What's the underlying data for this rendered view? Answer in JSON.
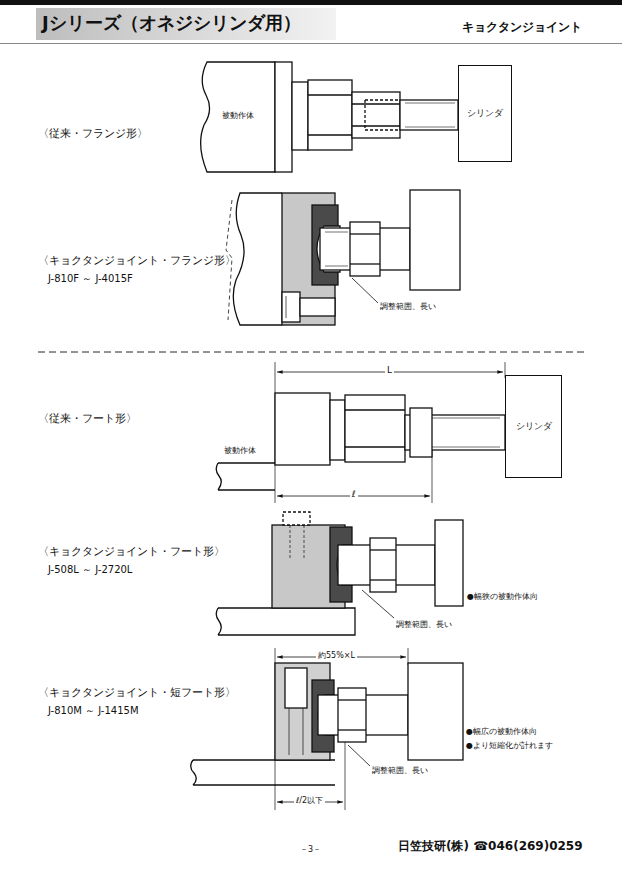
{
  "diagram": {
    "title": "Jシリーズ（オネジシリンダ用）",
    "nodes": [
      {
        "text": [
          "シリンダ"
        ]
      },
      {
        "text": [
          "シリンダ"
        ]
      }
    ],
    "labels": [
      "キョクタンジョイント",
      "〈従来・フランジ形〉",
      "被動作体",
      "〈キョクタンジョイント・フランジ形〉",
      "J-810F ～ J-4015F",
      "調整範囲、長い",
      "〈従来・フート形〉",
      "L",
      "被動作体",
      "ℓ",
      "〈キョクタンジョイント・フート形〉",
      "J-508L ～ J-2720L",
      "調整範囲、長い",
      "●幅狭の被動作体向",
      "約55%×L",
      "〈キョクタンジョイント・短フート形〉",
      "J-810M ～ J-1415M",
      "調整範囲、長い",
      "●幅広の被動作体向",
      "●より短縮化が計れます",
      "ℓ/2以下",
      "－3－",
      "日笠技研(株) ☎046(269)0259"
    ]
  }
}
